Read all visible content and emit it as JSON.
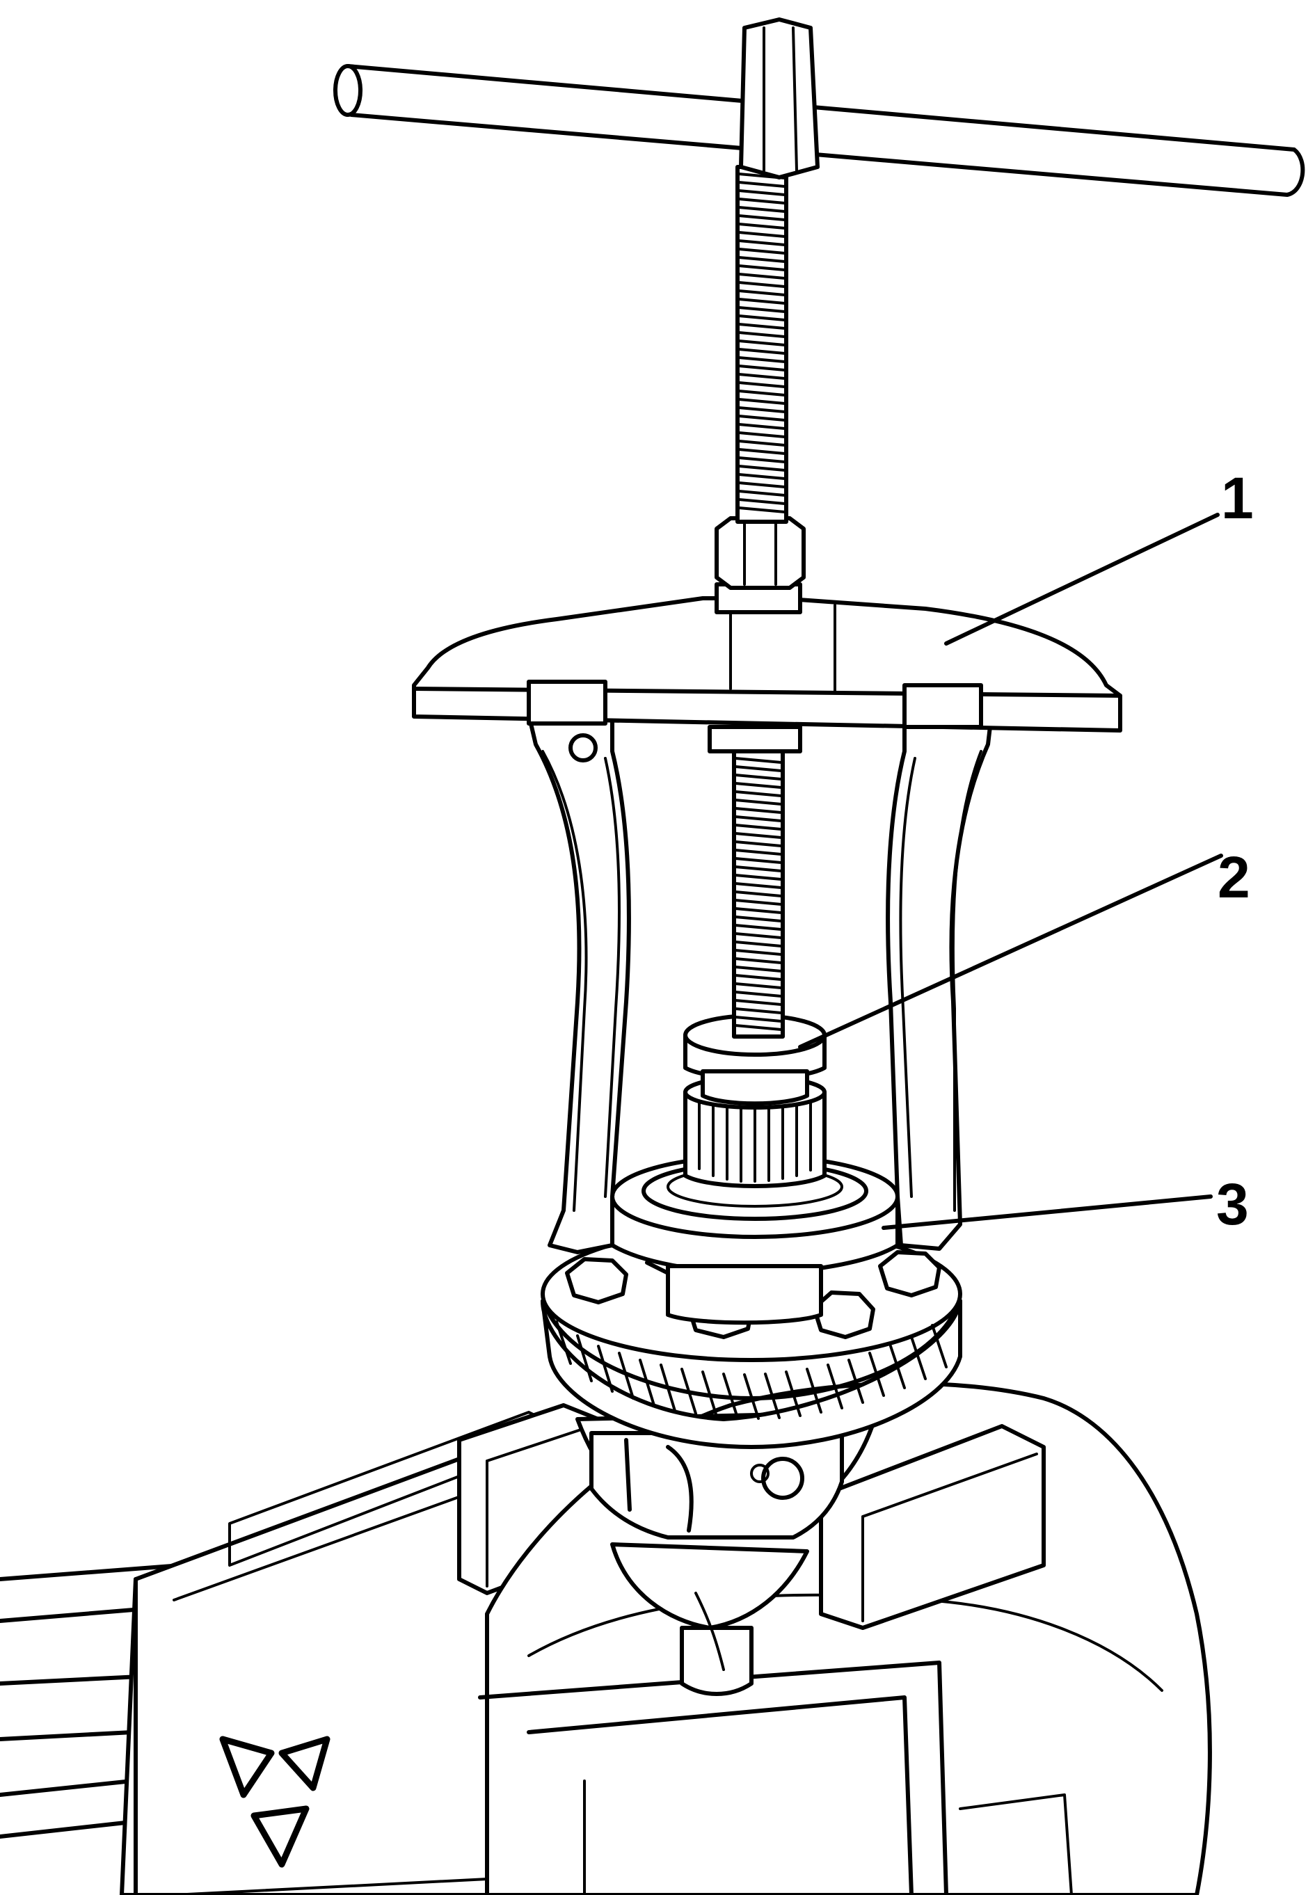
{
  "figure": {
    "subject": "gear-puller-removing-bearing-from-differential-in-vise"
  },
  "callouts": [
    {
      "id": "1",
      "label": "1"
    },
    {
      "id": "2",
      "label": "2"
    },
    {
      "id": "3",
      "label": "3"
    }
  ]
}
